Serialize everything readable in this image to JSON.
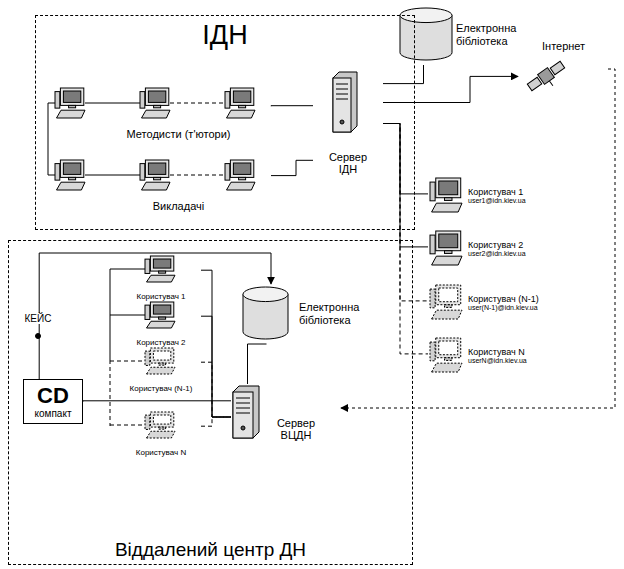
{
  "diagram": {
    "nodes": [
      {
        "text": [
          "ІДН"
        ]
      },
      {
        "text": [
          "Методисти (т'ютори)"
        ],
        "in": 0
      },
      {
        "text": [
          "Викладачі"
        ],
        "in": 0
      },
      {
        "text": [
          "Сервер ІДН"
        ],
        "in": 0
      },
      {
        "text": [
          "Електронна бібліотека"
        ]
      },
      {
        "text": [
          "Інтернет"
        ]
      },
      {
        "text": [
          "Користувач 1",
          "user1@idn.kiev.ua"
        ]
      },
      {
        "text": [
          "Користувач 2",
          "user2@idn.kiev.ua"
        ]
      },
      {
        "text": [
          "Користувач (N-1)",
          "user(N-1)@idn.kiev.ua"
        ]
      },
      {
        "text": [
          "Користувач N",
          "userN@idn.kiev.ua"
        ]
      },
      {
        "text": [
          "Віддалений центр ДН"
        ]
      },
      {
        "text": [
          "CD",
          "компакт"
        ],
        "in": 10
      },
      {
        "text": [
          "Користувач 1"
        ],
        "in": 10
      },
      {
        "text": [
          "Користувач 2"
        ],
        "in": 10
      },
      {
        "text": [
          "Користувач (N-1)"
        ],
        "in": 10
      },
      {
        "text": [
          "Користувач N"
        ],
        "in": 10
      },
      {
        "text": [
          "Електронна бібліотека"
        ],
        "in": 10
      },
      {
        "text": [
          "Сервер ВЦДН"
        ],
        "in": 10
      }
    ],
    "edges": [
      {
        "from": 1,
        "to": 3,
        "arrow": "none"
      },
      {
        "from": 2,
        "to": 3,
        "arrow": "none"
      },
      {
        "from": 3,
        "to": 4,
        "arrow": "none"
      },
      {
        "from": 3,
        "to": 5,
        "arrow": "to"
      },
      {
        "from": 3,
        "to": 6,
        "arrow": "none"
      },
      {
        "from": 3,
        "to": 7,
        "arrow": "none"
      },
      {
        "from": 3,
        "to": 8,
        "arrow": "none"
      },
      {
        "from": 3,
        "to": 9,
        "arrow": "none"
      },
      {
        "from": 5,
        "to": 17,
        "arrow": "to"
      },
      {
        "from": 11,
        "to": 16,
        "label": "КЕЙС",
        "arrow": "to"
      },
      {
        "from": 11,
        "to": 17,
        "arrow": "none"
      },
      {
        "from": 12,
        "to": 17,
        "arrow": "none"
      },
      {
        "from": 13,
        "to": 17,
        "arrow": "none"
      },
      {
        "from": 14,
        "to": 17,
        "arrow": "none"
      },
      {
        "from": 15,
        "to": 17,
        "arrow": "none"
      },
      {
        "from": 16,
        "to": 17,
        "arrow": "none"
      }
    ]
  }
}
